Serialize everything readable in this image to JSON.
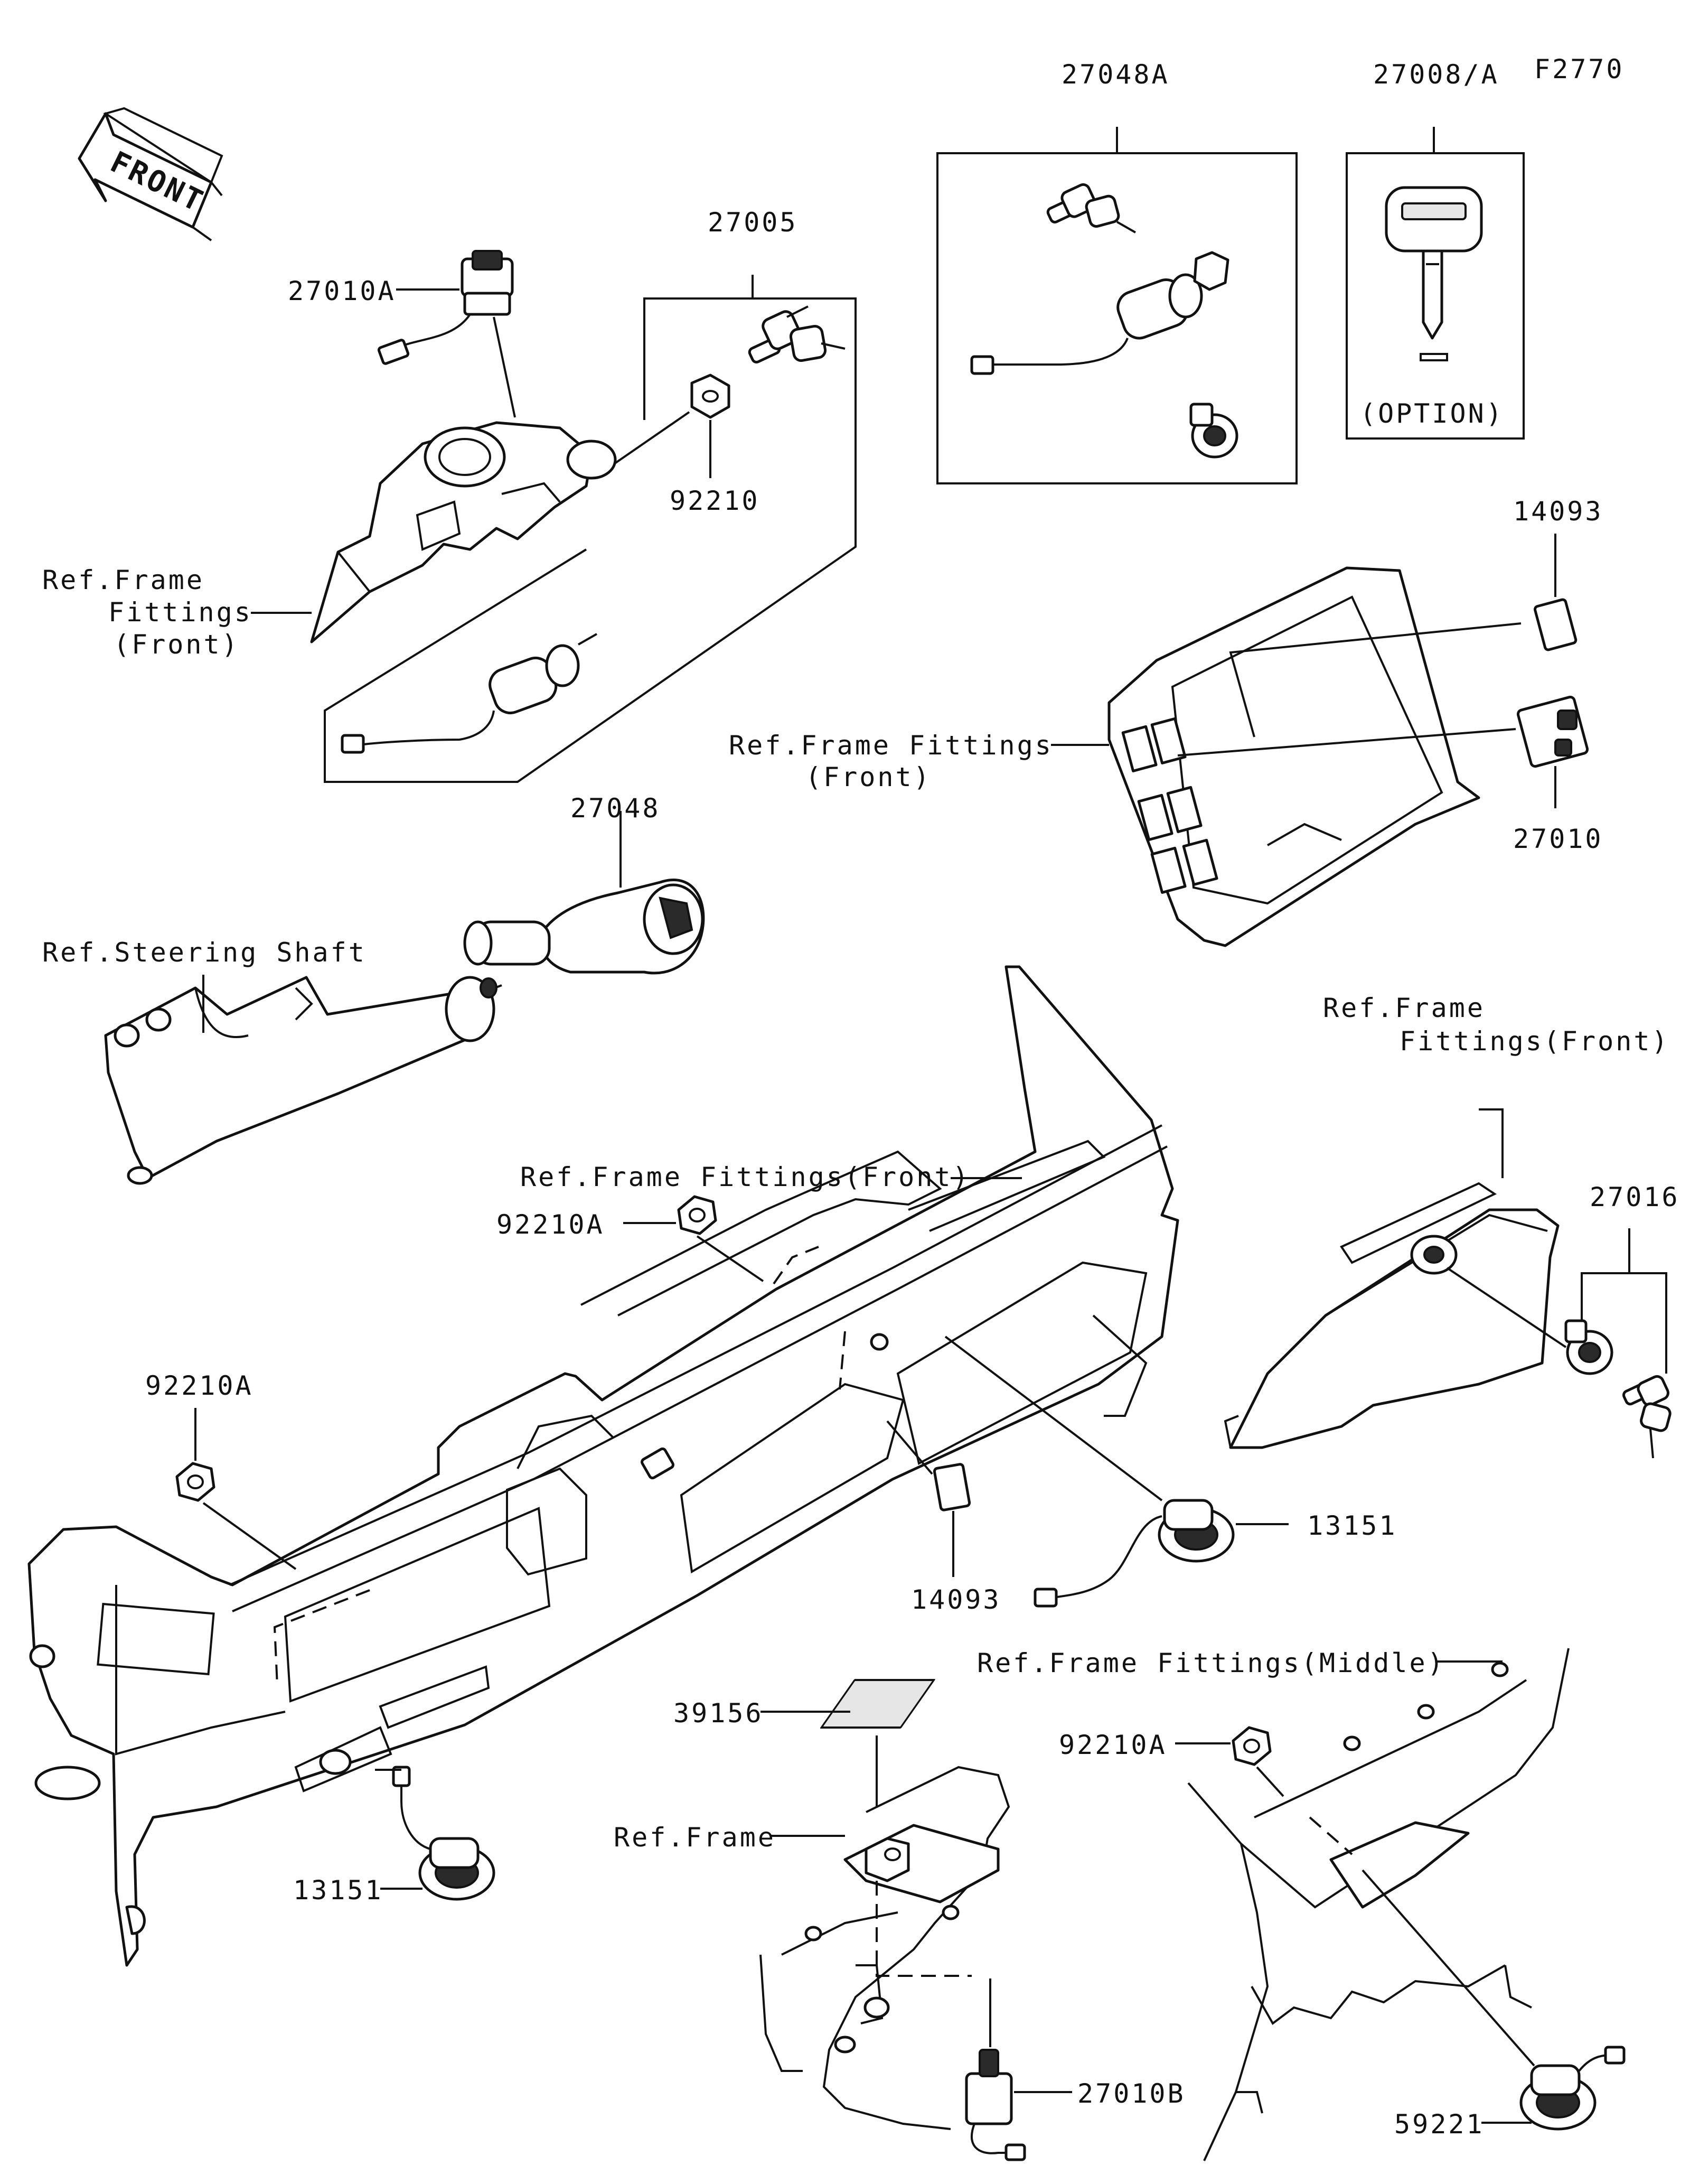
{
  "diagram": {
    "code": "F2770",
    "front_label": "FRONT",
    "option_label": "(OPTION)",
    "parts": {
      "p27010A": "27010A",
      "p27005": "27005",
      "p92210": "92210",
      "p27048A": "27048A",
      "p27008A": "27008/A",
      "p14093_top": "14093",
      "p27010": "27010",
      "p27048": "27048",
      "p92210A_mid": "92210A",
      "p92210A_left": "92210A",
      "p27016": "27016",
      "p14093_mid": "14093",
      "p13151_right": "13151",
      "p13151_left": "13151",
      "p39156": "39156",
      "p92210A_right": "92210A",
      "p27010B": "27010B",
      "p59221": "59221"
    },
    "refs": {
      "frame_front_1_a": "Ref.Frame",
      "frame_front_1_b": "Fittings",
      "frame_front_1_c": "(Front)",
      "frame_front_2_a": "Ref.Frame Fittings",
      "frame_front_2_b": "(Front)",
      "steering_shaft": "Ref.Steering Shaft",
      "frame_front_3": "Ref.Frame Fittings(Front)",
      "frame_front_4_a": "Ref.Frame",
      "frame_front_4_b": "Fittings(Front)",
      "frame_middle": "Ref.Frame Fittings(Middle)",
      "frame": "Ref.Frame"
    }
  }
}
